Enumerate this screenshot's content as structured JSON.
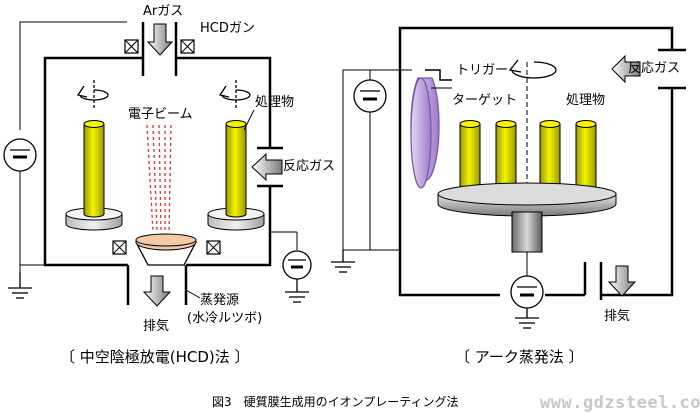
{
  "hcd": {
    "ar_gas": "Arガス",
    "hcd_gun": "HCDガン",
    "electron_beam": "電子ビーム",
    "workpiece": "処理物",
    "reactive_gas": "反応ガス",
    "evap_source": "蒸発源",
    "evap_source_note": "(水冷ルツボ)",
    "exhaust": "排気",
    "caption": "〔 中空陰極放電(HCD)法 〕"
  },
  "arc": {
    "trigger": "トリガー",
    "target": "ターゲット",
    "workpiece": "処理物",
    "reactive_gas": "反応ガス",
    "exhaust": "排気",
    "caption": "〔 アーク蒸発法 〕"
  },
  "figure_caption": "図3　硬質膜生成用のイオンプレーティング法",
  "watermark": "www.gdzsteel.com",
  "colors": {
    "rod_fill": "#e8e800",
    "target_fill": "#c8b4e6",
    "target_stroke": "#7a5aa8",
    "crucible_fill": "#f3c9a6",
    "beam": "#e03030"
  }
}
